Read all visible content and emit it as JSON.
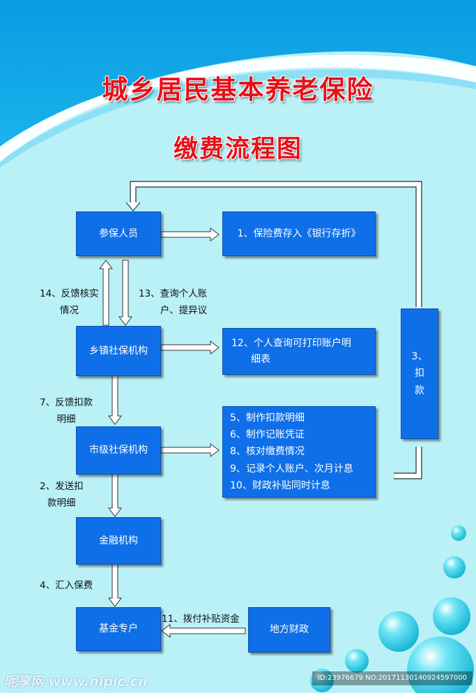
{
  "title": {
    "line1": "城乡居民基本养老保险",
    "line2": "缴费流程图"
  },
  "nodes": {
    "insured": "参保人员",
    "deposit": "1、保险费存入《银行存折》",
    "township": "乡镇社保机构",
    "query_print": [
      "12、个人查询可打印账户明",
      "细表"
    ],
    "city": "市级社保机构",
    "city_tasks": [
      "5、制作扣款明细",
      "6、制作记账凭证",
      "8、核对缴费情况",
      "9、记录个人账户、次月计息",
      "10、财政补贴同时计息"
    ],
    "finance": "金融机构",
    "fund_account": "基金专户",
    "local_finance": "地方财政",
    "deduct": [
      "3、",
      "扣",
      "款"
    ]
  },
  "labels": {
    "feedback_verify": [
      "14、反馈核实",
      "情况"
    ],
    "query_account": [
      "13、查询个人账",
      "户、提异议"
    ],
    "feedback_deduct": [
      "7、反馈扣款",
      "明细"
    ],
    "send_deduct": [
      "2、发送扣",
      "款明细"
    ],
    "remit": "4、汇入保费",
    "subsidy": "11、拨付补贴资金"
  },
  "watermark": {
    "logo": "昵享网 www.nipic.cn",
    "id": "ID:23976679 NO:20171130140924597000"
  },
  "colors": {
    "box": "#0f6fe8",
    "title": "#e8101a",
    "background": "#b9f1f7",
    "top_band": "#0fa6e6"
  }
}
